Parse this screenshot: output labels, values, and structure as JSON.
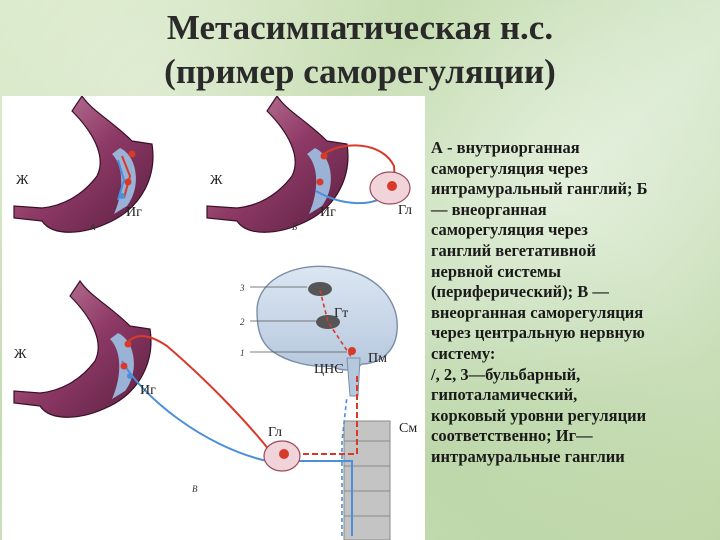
{
  "title": {
    "line1": "Метасимпатическая н.с.",
    "line2": "(пример саморегуляции)"
  },
  "diagram": {
    "panel_a": {
      "stomach": "Ж",
      "ganglion": "Иг",
      "letter": "А"
    },
    "panel_b": {
      "stomach": "Ж",
      "ganglion": "Иг",
      "peripheral": "Гл",
      "letter": "Б"
    },
    "panel_c": {
      "stomach": "Ж",
      "ganglion": "Иг",
      "peripheral": "Гл",
      "hypothalamus": "Гт",
      "cns": "ЦНС",
      "medulla": "Пм",
      "spinal": "См",
      "levels": [
        "3",
        "2",
        "1"
      ],
      "letter": "В"
    }
  },
  "description": [
    "А - внутриорганная",
    "саморегуляция через",
    "интрамуральный ганглий; Б",
    "— внеорганная",
    "саморегуляция через",
    "ганглий вегетативной",
    "нервной системы",
    "(периферический); В —",
    "внеорганная саморегуляция",
    "через центральную нервную",
    "систему:",
    "/, 2, 3—бульбарный,",
    "гипоталамический,",
    "корковый уровни регуляции",
    "соответственно; Иг—",
    "интрамуральные ганглии"
  ],
  "colors": {
    "efferent": "#d83a2a",
    "afferent": "#4b8fd8",
    "stomach": "#8e3a66",
    "nerve_bg": "#7aa8d8"
  }
}
